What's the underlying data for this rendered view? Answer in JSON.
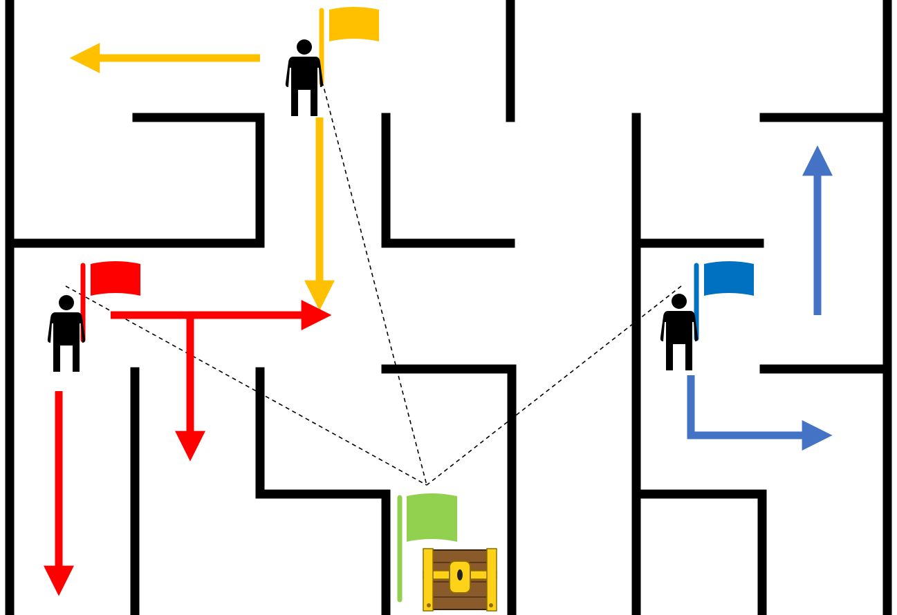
{
  "diagram": {
    "type": "maze-search-illustration",
    "background": "#ffffff",
    "wall_color": "#000000",
    "guide_line_color": "#000000"
  },
  "agents": [
    {
      "id": "yellow",
      "icon": "person-icon",
      "flag_color": "#ffc000",
      "arrow_color": "#ffc000",
      "arrows": [
        "left",
        "down"
      ]
    },
    {
      "id": "red",
      "icon": "person-icon",
      "flag_color": "#ff0000",
      "arrow_color": "#ff0000",
      "arrows": [
        "right",
        "down",
        "down"
      ]
    },
    {
      "id": "blue",
      "icon": "person-icon",
      "flag_color": "#0070c0",
      "arrow_color": "#4472c4",
      "arrows": [
        "up",
        "right"
      ]
    }
  ],
  "goal": {
    "icon": "treasure-chest-icon",
    "flag_color": "#92d050"
  }
}
